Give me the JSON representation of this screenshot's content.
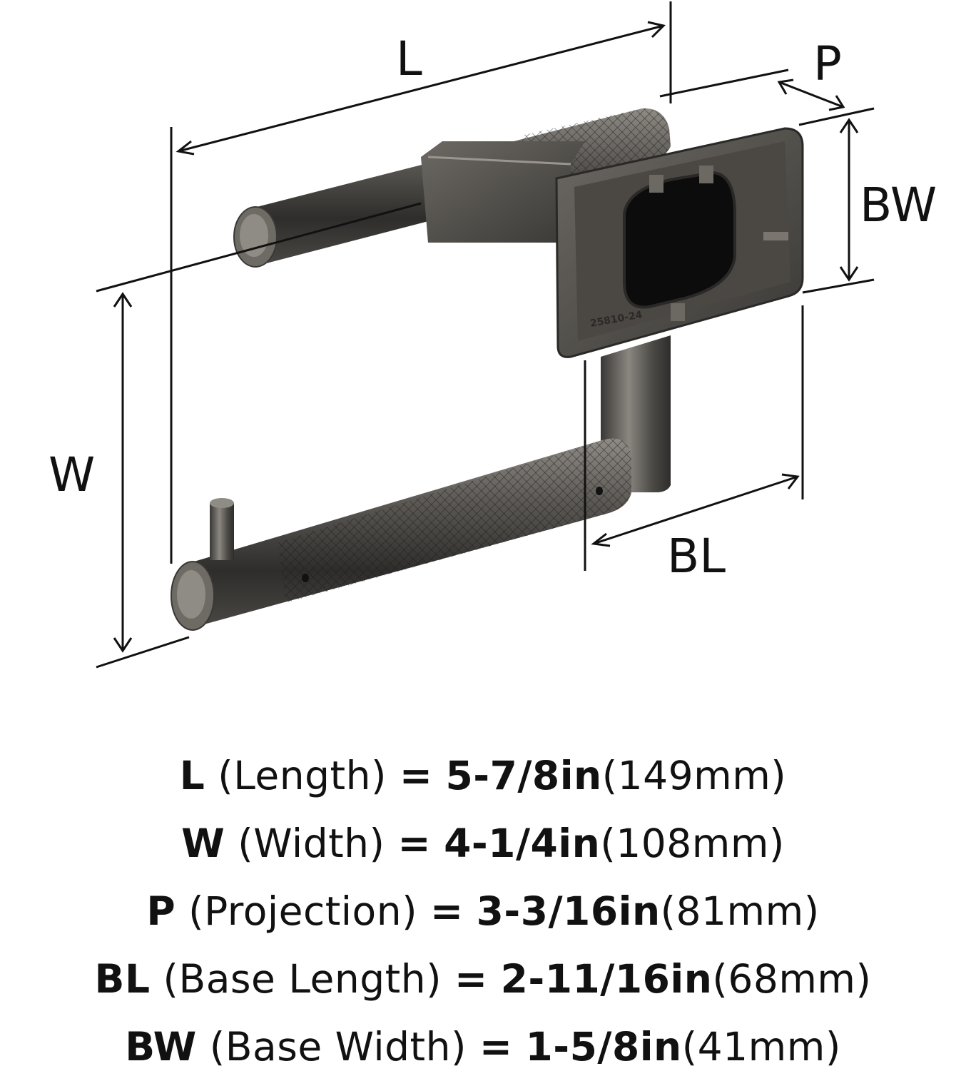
{
  "diagram": {
    "labels": {
      "L": "L",
      "P": "P",
      "BW": "BW",
      "W": "W",
      "BL": "BL"
    },
    "part_marking": "25810-24",
    "colors": {
      "metal_dark": "#2e2d2b",
      "metal_mid": "#55524e",
      "metal_light": "#8f8b85",
      "line": "#111111"
    }
  },
  "specs": [
    {
      "code": "L",
      "name": "(Length)",
      "eq": "=",
      "imperial": "5-7/8in",
      "metric": "(149mm)"
    },
    {
      "code": "W",
      "name": "(Width)",
      "eq": "=",
      "imperial": "4-1/4in",
      "metric": "(108mm)"
    },
    {
      "code": "P",
      "name": "(Projection)",
      "eq": "=",
      "imperial": "3-3/16in",
      "metric": "(81mm)"
    },
    {
      "code": "BL",
      "name": "(Base Length)",
      "eq": "=",
      "imperial": "2-11/16in",
      "metric": "(68mm)"
    },
    {
      "code": "BW",
      "name": "(Base Width)",
      "eq": "=",
      "imperial": "1-5/8in",
      "metric": "(41mm)"
    }
  ]
}
